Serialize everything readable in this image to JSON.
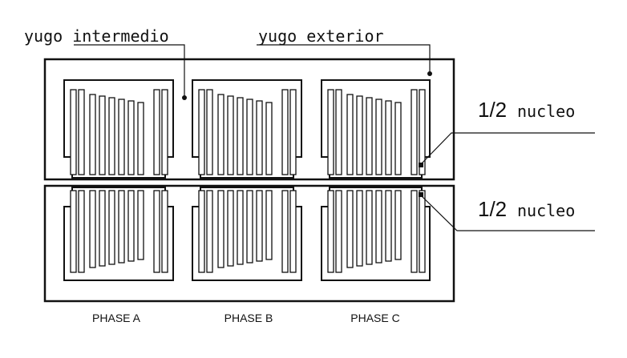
{
  "labels": {
    "yugo_intermedio": "yugo intermedio",
    "yugo_exterior": "yugo exterior",
    "nucleo_top_frac": "1/2",
    "nucleo_top_word": "nucleo",
    "nucleo_bottom_frac": "1/2",
    "nucleo_bottom_word": "nucleo"
  },
  "phases": [
    {
      "label": "PHASE A"
    },
    {
      "label": "PHASE B"
    },
    {
      "label": "PHASE C"
    }
  ],
  "colors": {
    "ink": "#111111",
    "paper": "#ffffff"
  }
}
